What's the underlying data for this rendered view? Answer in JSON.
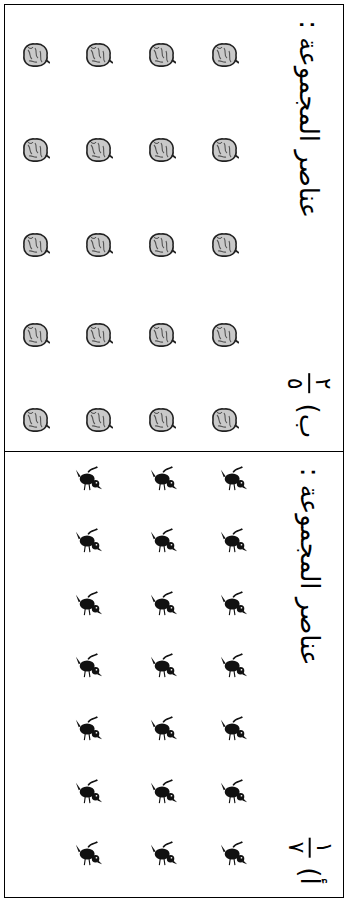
{
  "diagram": {
    "nodes": [
      {
        "text": [
          "أ)",
          "١",
          "٧",
          "عناصر المجموعة :"
        ]
      },
      {
        "text": [
          "ب)",
          "٢",
          "٥",
          "عناصر المجموعة :"
        ]
      }
    ]
  }
}
